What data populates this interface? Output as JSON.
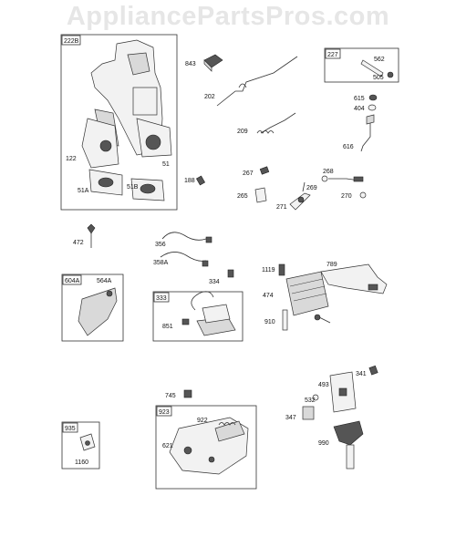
{
  "watermark": "AppliancePartsPros.com",
  "boxes": {
    "b222B": "222B",
    "b227": "227",
    "b604A": "604A",
    "b333": "333",
    "b923": "923",
    "b935": "935"
  },
  "parts": {
    "p122": "122",
    "p51": "51",
    "p51A": "51A",
    "p51B": "51B",
    "p188": "188",
    "p843": "843",
    "p202": "202",
    "p209": "209",
    "p562": "562",
    "p505": "505",
    "p615": "615",
    "p404": "404",
    "p616": "616",
    "p267": "267",
    "p265": "265",
    "p268": "268",
    "p269": "269",
    "p271": "271",
    "p270": "270",
    "p472": "472",
    "p356": "356",
    "p358A": "358A",
    "p564A": "564A",
    "p334": "334",
    "p851": "851",
    "p1119": "1119",
    "p789": "789",
    "p474": "474",
    "p910": "910",
    "p745": "745",
    "p922": "922",
    "p621": "621",
    "p1160": "1160",
    "p493": "493",
    "p341": "341",
    "p532": "532",
    "p347": "347",
    "p990": "990"
  }
}
